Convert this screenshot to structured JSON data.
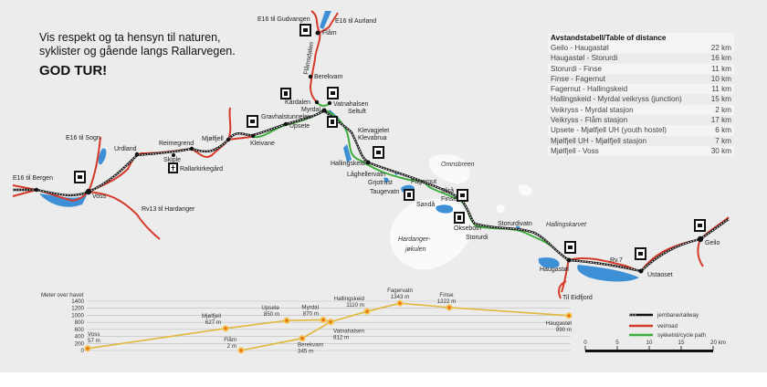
{
  "intro": {
    "line1": "Vis respekt og ta hensyn til naturen,",
    "line2": "syklister og gående langs Rallarvegen.",
    "greeting": "GOD TUR!"
  },
  "distance_table": {
    "title": "Avstandstabell/Table of distance",
    "rows": [
      {
        "route": "Geilo - Haugastøl",
        "km": "22 km"
      },
      {
        "route": "Haugastøl - Storurdi",
        "km": "16 km"
      },
      {
        "route": "Storurdi - Finse",
        "km": "11 km"
      },
      {
        "route": "Finse - Fagernut",
        "km": "10 km"
      },
      {
        "route": "Fagernut - Hallingskeid",
        "km": "11 km"
      },
      {
        "route": "Hallingskeid - Myrdal veikryss (junction)",
        "km": "15 km"
      },
      {
        "route": "Veikryss - Myrdal stasjon",
        "km": "2 km"
      },
      {
        "route": "Veikryss - Flåm stasjon",
        "km": "17 km"
      },
      {
        "route": "Upsete - Mjølfjell UH (youth hostel)",
        "km": "6 km"
      },
      {
        "route": "Mjølfjell UH - Mjølfjell stasjon",
        "km": "7 km"
      },
      {
        "route": "Mjølfjell - Voss",
        "km": "30 km"
      }
    ]
  },
  "map_labels": {
    "gudvangen": "E16 til Gudvangen",
    "aurland": "E16 til Aurland",
    "flam": "Flåm",
    "flamsdalen": "Flåmsdalen",
    "berekvam": "Berekvam",
    "kardalen": "Kårdalen",
    "myrdal": "Myrdal",
    "vatnahalsen": "Vatnahalsen",
    "seltuft": "Seltuft",
    "gravhals": "Gravhalstunnelen",
    "upsete": "Upsete",
    "kleivane": "Kleivane",
    "mjolfjell": "Mjølfjell",
    "reimegrend": "Reimegrend",
    "skiple": "Skiple",
    "rallarkirkegard": "Rallarkirkegård",
    "urdland": "Urdland",
    "sogn": "E16 til Sogn",
    "bergen": "E16 til Bergen",
    "voss": "Voss",
    "hardanger": "Rv13 til Hardanger",
    "klevagjelet": "Klevagjelet",
    "klevabrua": "Klevabrua",
    "hallingskeid": "Hallingskeid",
    "laghellervatn": "Låghellervatn",
    "grjotrust": "Grjotrust",
    "taugevatn": "Taugevatn",
    "fagernut": "Fagernut",
    "slira": "Slirå",
    "finse": "Finse",
    "sanda": "Sandå",
    "oksebotn": "Oksebotn",
    "storurdi": "Storurdi",
    "storurdivatn": "Storurdivatn",
    "omnsbreen": "Omnsbreen",
    "hardangerjokulen1": "Hardanger-",
    "hardangerjokulen2": "jøkulen",
    "hallingskarvet": "Hallingskarvet",
    "haugastol": "Haugastøl",
    "rv7": "Rv.7",
    "ustaoset": "Ustaoset",
    "geilo": "Geilo",
    "eidfjord": "Til Eidfjord"
  },
  "legend": {
    "railway": "jernbane/railway",
    "road": "vei/road",
    "cycle": "sykkelsti/cycle path",
    "scale_ticks": [
      "0",
      "5",
      "10",
      "15",
      "20 km"
    ]
  },
  "colors": {
    "road": "#d63a2a",
    "cycle": "#3fae3f",
    "railway": "#111111",
    "water": "#3d8fd6",
    "glacier": "#ffffff",
    "profile": "#e0b83a",
    "profile_point": "#e86a10"
  },
  "icons": [
    "bicycle-rental-icon",
    "hostel-icon",
    "church-cemetery-icon"
  ],
  "chart_data": {
    "type": "line",
    "ylabel": "Meter over havet",
    "ylim": [
      0,
      1400
    ],
    "yticks": [
      "0",
      "200",
      "400",
      "600",
      "800",
      "1000",
      "1200",
      "1400"
    ],
    "grid": true,
    "series": [
      {
        "points": [
          {
            "name": "Voss",
            "label": "57 m",
            "y": 57
          },
          {
            "name": "Mjølfjell",
            "label": "627 m",
            "y": 627
          },
          {
            "name": "Upsete",
            "label": "850 m",
            "y": 850
          },
          {
            "name": "Myrdal",
            "label": "870 m",
            "y": 870
          },
          {
            "name": "Vatnahalsen",
            "label": "812 m",
            "y": 812
          },
          {
            "name": "Hallingskeid",
            "label": "1110 m",
            "y": 1110
          },
          {
            "name": "Fagervatn",
            "label": "1343 m",
            "y": 1343
          },
          {
            "name": "Finse",
            "label": "1222 m",
            "y": 1222
          },
          {
            "name": "Haugastøl",
            "label": "990 m",
            "y": 990
          }
        ]
      },
      {
        "points": [
          {
            "name": "Flåm",
            "label": "2 m",
            "y": 2
          },
          {
            "name": "Berekvam",
            "label": "345 m",
            "y": 345
          },
          {
            "name": "Vatnahalsen",
            "label": "812 m",
            "y": 812
          }
        ]
      }
    ]
  }
}
